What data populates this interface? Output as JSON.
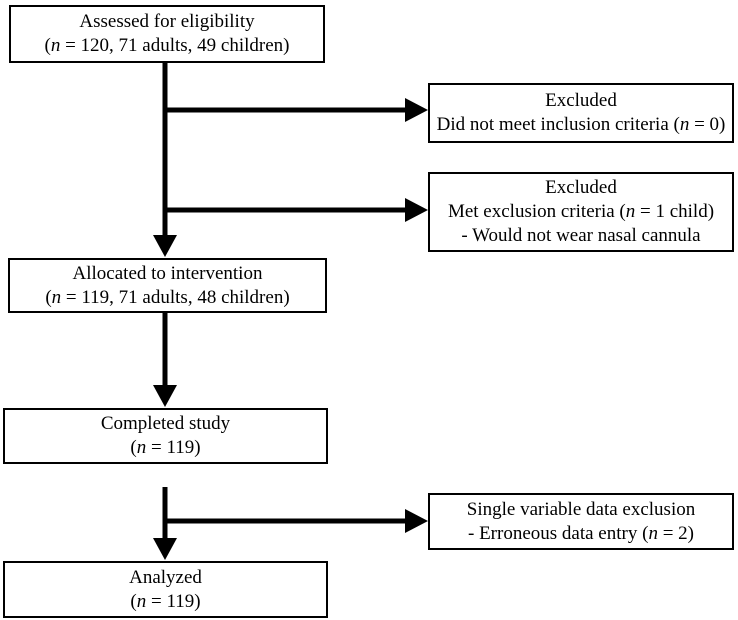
{
  "flowchart": {
    "boxes": {
      "assessed": {
        "lines": [
          "Assessed for eligibility",
          "(n = 120, 71 adults, 49 children)"
        ]
      },
      "excluded_inclusion": {
        "lines": [
          "Excluded",
          "Did not meet inclusion criteria (n = 0)"
        ]
      },
      "excluded_exclusion": {
        "lines": [
          "Excluded",
          "Met exclusion criteria (n = 1 child)",
          "- Would not wear nasal cannula"
        ]
      },
      "allocated": {
        "lines": [
          "Allocated to intervention",
          "(n = 119, 71 adults, 48 children)"
        ]
      },
      "completed": {
        "lines": [
          "Completed study",
          "(n = 119)"
        ]
      },
      "single_variable": {
        "lines": [
          "Single variable data exclusion",
          "- Erroneous data entry (n = 2)"
        ]
      },
      "analyzed": {
        "lines": [
          "Analyzed",
          "(n = 119)"
        ]
      }
    },
    "colors": {
      "box_border": "#000000",
      "text": "#000000",
      "arrow": "#000000",
      "background": "#ffffff"
    }
  }
}
